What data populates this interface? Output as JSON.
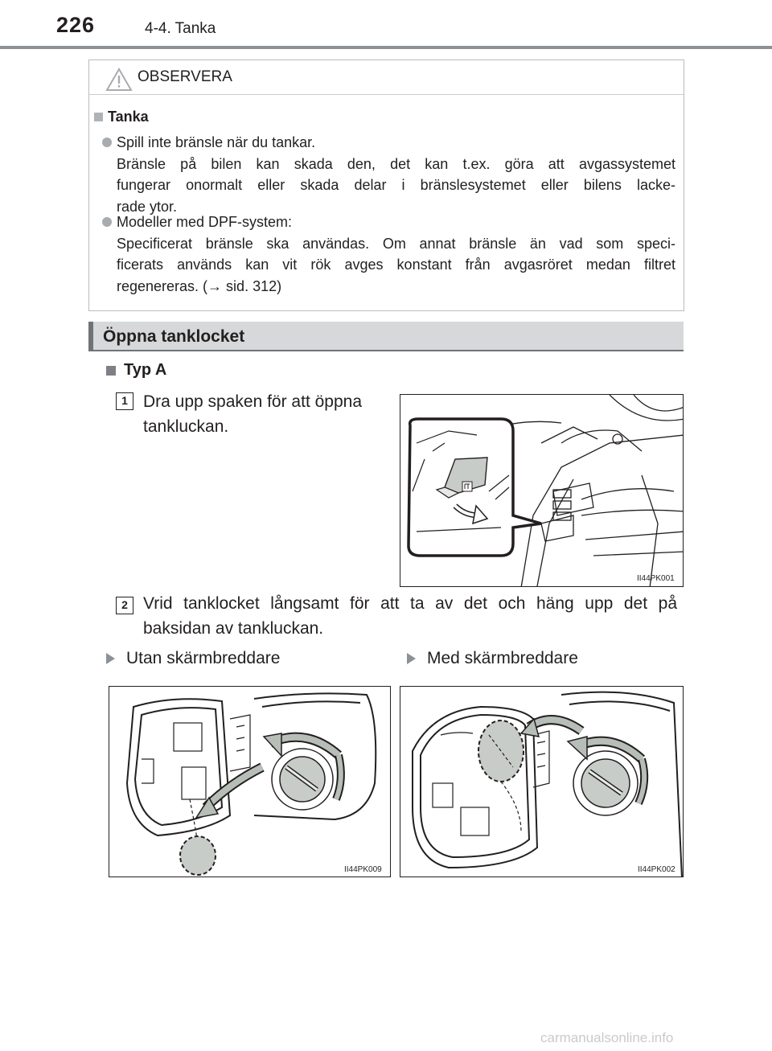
{
  "header": {
    "page_number": "226",
    "section": "4-4. Tanka"
  },
  "caution": {
    "title": "OBSERVERA",
    "subheading": "Tanka",
    "bullets": [
      {
        "lines": [
          "Spill inte bränsle när du tankar.",
          "Bränsle på bilen kan skada den, det kan t.ex. göra att avgassystemet",
          "fungerar onormalt eller skada delar i bränslesystemet eller bilens lacke-",
          "rade ytor."
        ]
      },
      {
        "lines": [
          "Modeller med DPF-system:",
          "Specificerat bränsle ska användas. Om annat bränsle än vad som speci-",
          "ficerats används kan vit rök avges konstant från avgasröret medan filtret",
          "regenereras. (→ sid. 312)"
        ]
      }
    ]
  },
  "section_heading": "Öppna tanklocket",
  "type_heading": "Typ A",
  "steps": [
    {
      "number": "1",
      "lines": [
        "Dra upp spaken för att öppna",
        "tankluckan."
      ]
    },
    {
      "number": "2",
      "lines": [
        "Vrid tanklocket långsamt för att ta av det och häng upp det på",
        "baksidan av tankluckan."
      ]
    }
  ],
  "figures": {
    "fig1_code": "II44PK001",
    "fig2_code": "II44PK009",
    "fig3_code": "II44PK002"
  },
  "variants": {
    "left": "Utan skärmbreddare",
    "right": "Med skärmbreddare"
  },
  "watermark": "carmanualsonline.info",
  "colors": {
    "rule_gray": "#8c9196",
    "heading_bg": "#d6d8da",
    "cap_gray": "#c8ccc8"
  }
}
